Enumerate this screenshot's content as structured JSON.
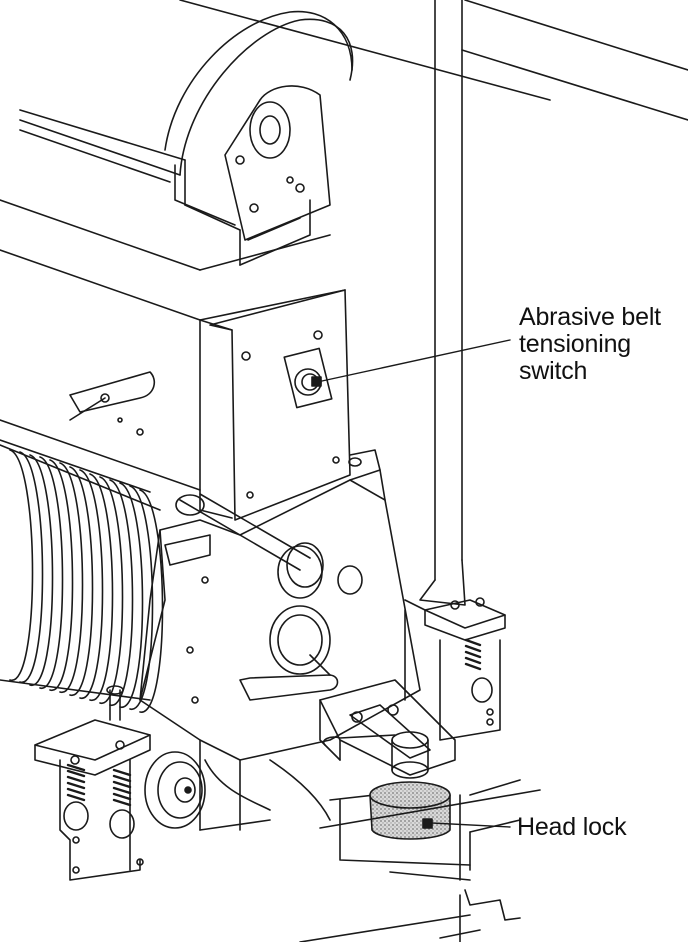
{
  "callouts": {
    "switch": {
      "line1": "Abrasive belt",
      "line2": "tensioning",
      "line3": "switch"
    },
    "head_lock": {
      "label": "Head lock"
    }
  },
  "colors": {
    "line": "#1a1a1a",
    "paper": "#ffffff",
    "shade": "#bdbdbd",
    "dark_shade": "#555555"
  }
}
